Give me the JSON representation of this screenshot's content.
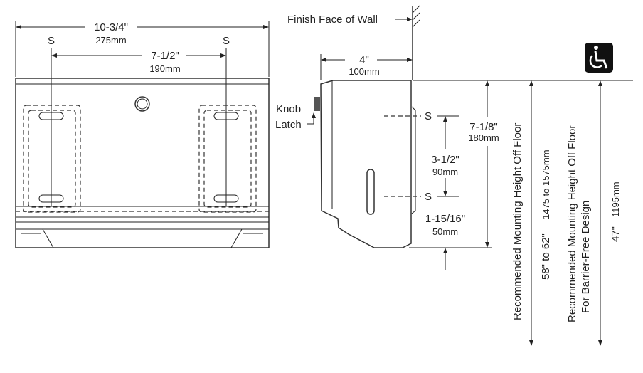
{
  "front_view": {
    "overall_width": "10-3/4\"",
    "overall_width_mm": "275mm",
    "screw_spacing": "7-1/2\"",
    "screw_spacing_mm": "190mm",
    "screw_label": "S"
  },
  "side_view": {
    "wall_label": "Finish Face of Wall",
    "depth": "4\"",
    "depth_mm": "100mm",
    "knob_label_line1": "Knob",
    "knob_label_line2": "Latch",
    "screw_label": "S",
    "height": "7-1/8\"",
    "height_mm": "180mm",
    "screw_vertical": "3-1/2\"",
    "screw_vertical_mm": "90mm",
    "bottom_offset": "1-15/16\"",
    "bottom_offset_mm": "50mm"
  },
  "mounting": {
    "standard_label": "Recommended Mounting Height Off Floor",
    "standard_value": "58\" to 62\"",
    "standard_value_mm": "1475 to 1575mm",
    "barrier_free_label_line1": "Recommended Mounting Height Off Floor",
    "barrier_free_label_line2": "For Barrier-Free Design",
    "barrier_free_value": "47\"",
    "barrier_free_value_mm": "1195mm",
    "accessibility_icon": "wheelchair-icon"
  }
}
